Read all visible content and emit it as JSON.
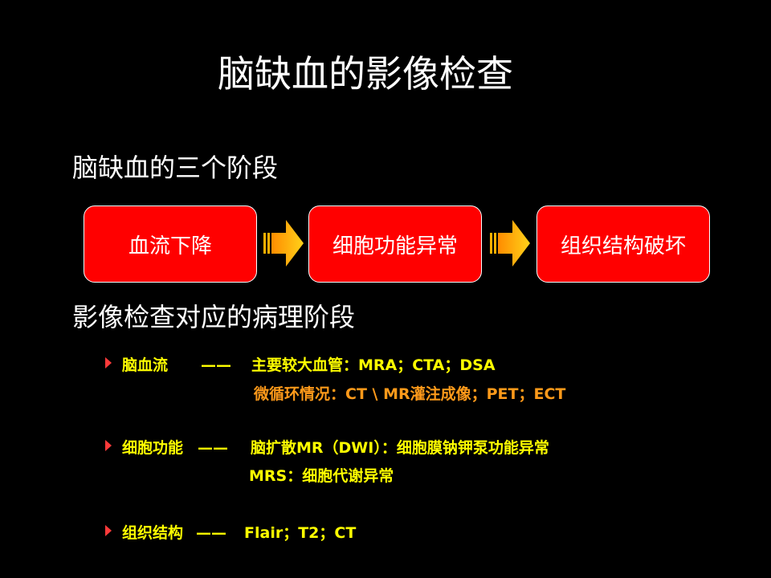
{
  "title": "脑缺血的影像检查",
  "section1": {
    "heading": "脑缺血的三个阶段",
    "stages": [
      "血流下降",
      "细胞功能异常",
      "组织结构破坏"
    ]
  },
  "section2": {
    "heading": "影像检查对应的病理阶段",
    "items": [
      {
        "label": "脑血流",
        "dash": "——",
        "line1": "主要较大血管：MRA；CTA；DSA",
        "line2": "微循环情况：CT \\ MR灌注成像；PET；ECT"
      },
      {
        "label": "细胞功能",
        "dash": "——",
        "line1": "脑扩散MR（DWI）：细胞膜钠钾泵功能异常",
        "line2": "MRS：细胞代谢异常"
      },
      {
        "label": "组织结构",
        "dash": "——",
        "line1": "Flair；T2；CT"
      }
    ]
  },
  "colors": {
    "background": "#000000",
    "box_fill": "#ff0000",
    "highlight": "#ffff00",
    "secondary": "#ff9a1a",
    "bullet": "#ff3a3a"
  }
}
